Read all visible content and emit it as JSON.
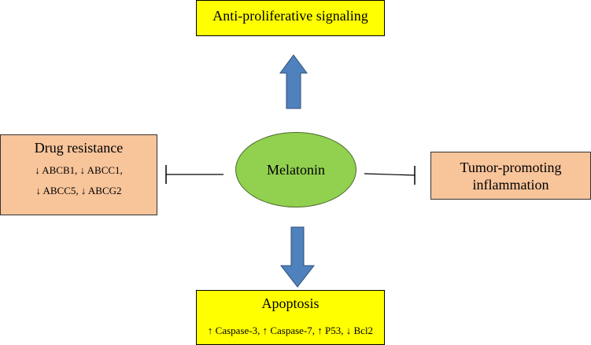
{
  "diagram": {
    "center": {
      "label": "Melatonin"
    },
    "top": {
      "label": "Anti-proliferative signaling"
    },
    "left": {
      "title": "Drug resistance",
      "line1": "↓ ABCB1, ↓ ABCC1,",
      "line2": "↓ ABCC5, ↓ ABCG2"
    },
    "right": {
      "line1": "Tumor-promoting",
      "line2": "inflammation"
    },
    "bottom": {
      "title": "Apoptosis",
      "line1": "↑ Caspase-3, ↑ Caspase-7, ↑ P53, ↓ Bcl2"
    }
  },
  "colors": {
    "yellow_box": "#ffff00",
    "orange_box": "#f8c49a",
    "ellipse": "#92d050",
    "arrow": "#4f81bd"
  }
}
